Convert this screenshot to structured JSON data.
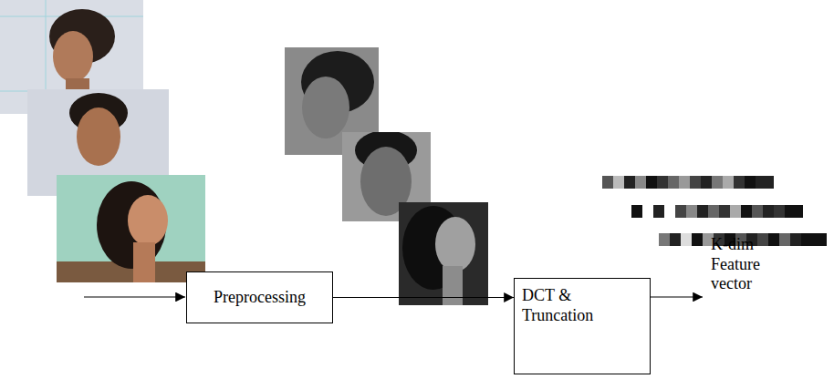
{
  "diagram": {
    "nodes": [
      {
        "text": [
          "Preprocessing"
        ]
      },
      {
        "text": [
          "DCT & Truncation"
        ]
      }
    ],
    "edges": [
      {
        "from": 0,
        "to": 1,
        "arrow": "to"
      }
    ],
    "labels": [
      "K-dim Feature vector"
    ]
  }
}
